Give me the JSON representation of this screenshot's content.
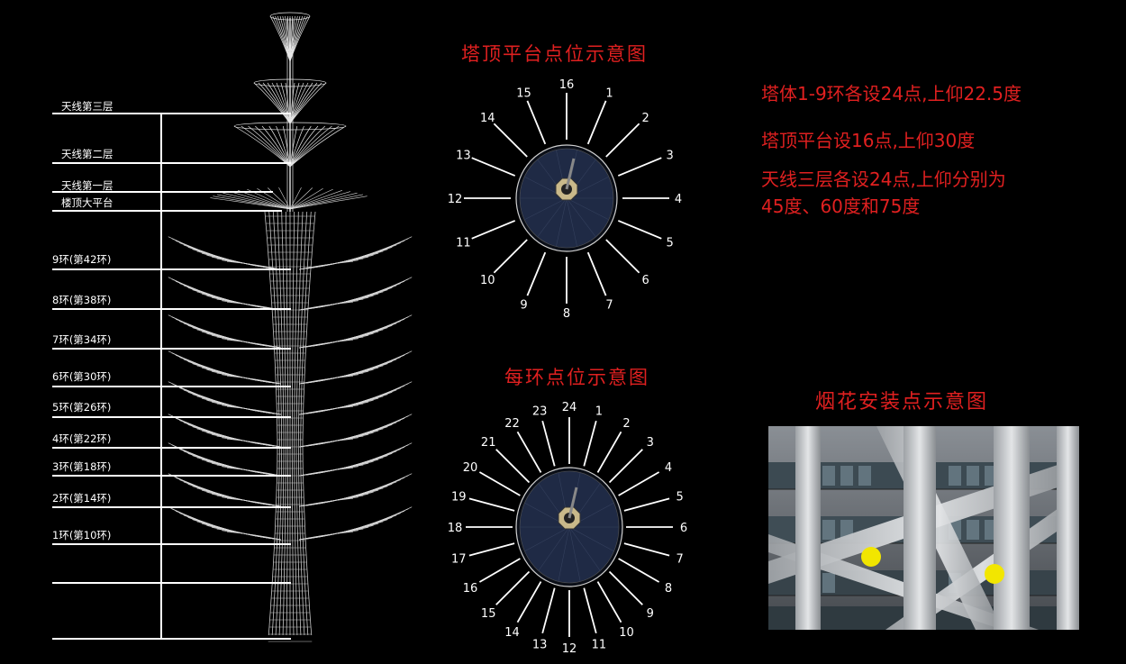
{
  "tower": {
    "levels": [
      {
        "label": "天线第三层"
      },
      {
        "label": "天线第二层"
      },
      {
        "label": "天线第一层"
      },
      {
        "label": "楼顶大平台"
      },
      {
        "label": "9环(第42环)"
      },
      {
        "label": "8环(第38环)"
      },
      {
        "label": "7环(第34环)"
      },
      {
        "label": "6环(第30环)"
      },
      {
        "label": "5环(第26环)"
      },
      {
        "label": "4环(第22环)"
      },
      {
        "label": "3环(第18环)"
      },
      {
        "label": "2环(第14环)"
      },
      {
        "label": "1环(第10环)"
      }
    ]
  },
  "top_platform": {
    "title": "塔顶平台点位示意图",
    "points": [
      "1",
      "2",
      "3",
      "4",
      "5",
      "6",
      "7",
      "8",
      "9",
      "10",
      "11",
      "12",
      "13",
      "14",
      "15",
      "16"
    ]
  },
  "ring": {
    "title": "每环点位示意图",
    "points": [
      "1",
      "2",
      "3",
      "4",
      "5",
      "6",
      "7",
      "8",
      "9",
      "10",
      "11",
      "12",
      "13",
      "14",
      "15",
      "16",
      "17",
      "18",
      "19",
      "20",
      "21",
      "22",
      "23",
      "24"
    ]
  },
  "notes": {
    "line1": "塔体1-9环各设24点,上仰22.5度",
    "line2": "塔顶平台设16点,上仰30度",
    "line3": "天线三层各设24点,上仰分别为",
    "line4": "45度、60度和75度"
  },
  "photo": {
    "title": "烟花安装点示意图",
    "marker_color": "#f2e600"
  },
  "colors": {
    "title_red": "#e02020",
    "line_white": "#ffffff",
    "background": "#000000"
  }
}
